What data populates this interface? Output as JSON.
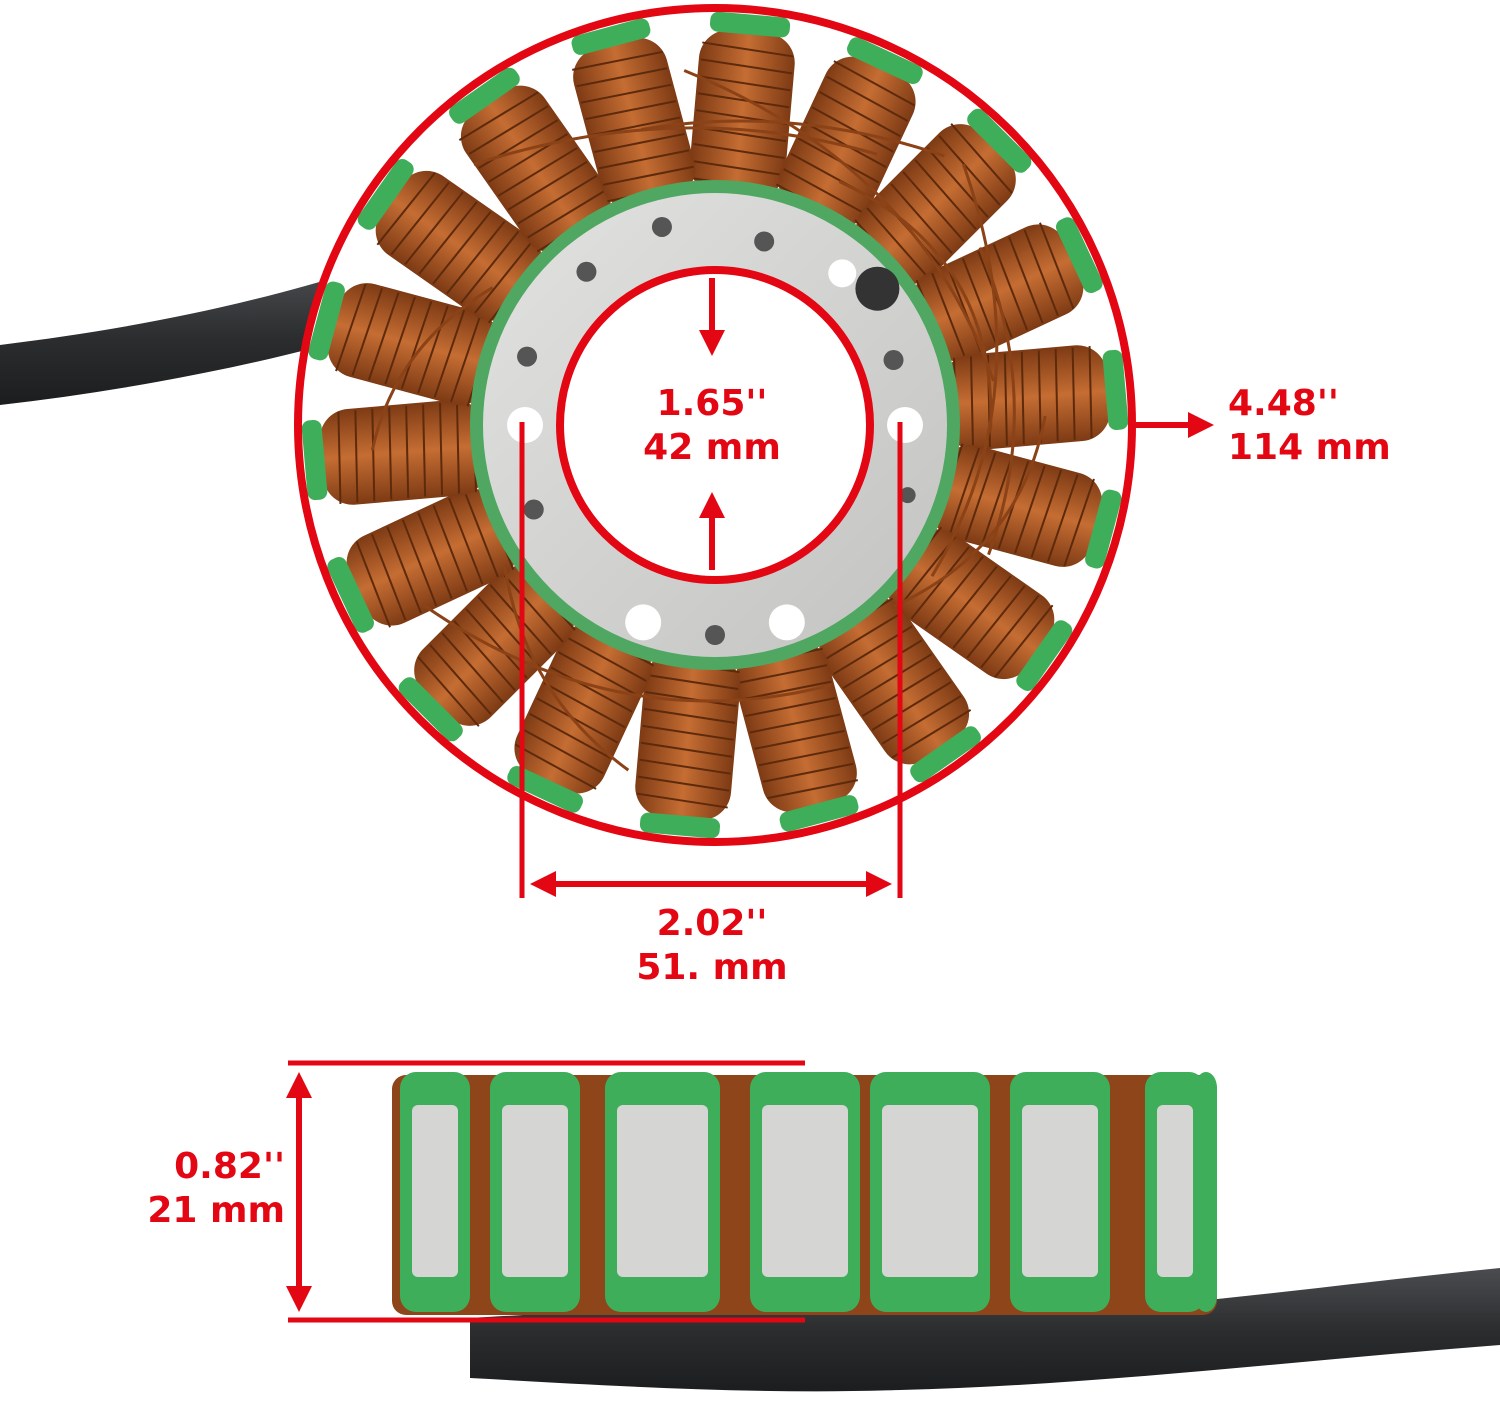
{
  "colors": {
    "annotation": "#e30613",
    "copper": "#b5602c",
    "insulation_green": "#3fae5a",
    "core_plate": "#d5d6d4",
    "cable": "#2b2d2f"
  },
  "dimensions": {
    "inner_diameter": {
      "inch": "1.65''",
      "mm": "42 mm"
    },
    "outer_diameter": {
      "inch": "4.48''",
      "mm": "114 mm"
    },
    "bolt_spacing": {
      "inch": "2.02''",
      "mm": "51. mm"
    },
    "height": {
      "inch": "0.82''",
      "mm": "21 mm"
    }
  },
  "stator": {
    "pole_count": 18
  }
}
